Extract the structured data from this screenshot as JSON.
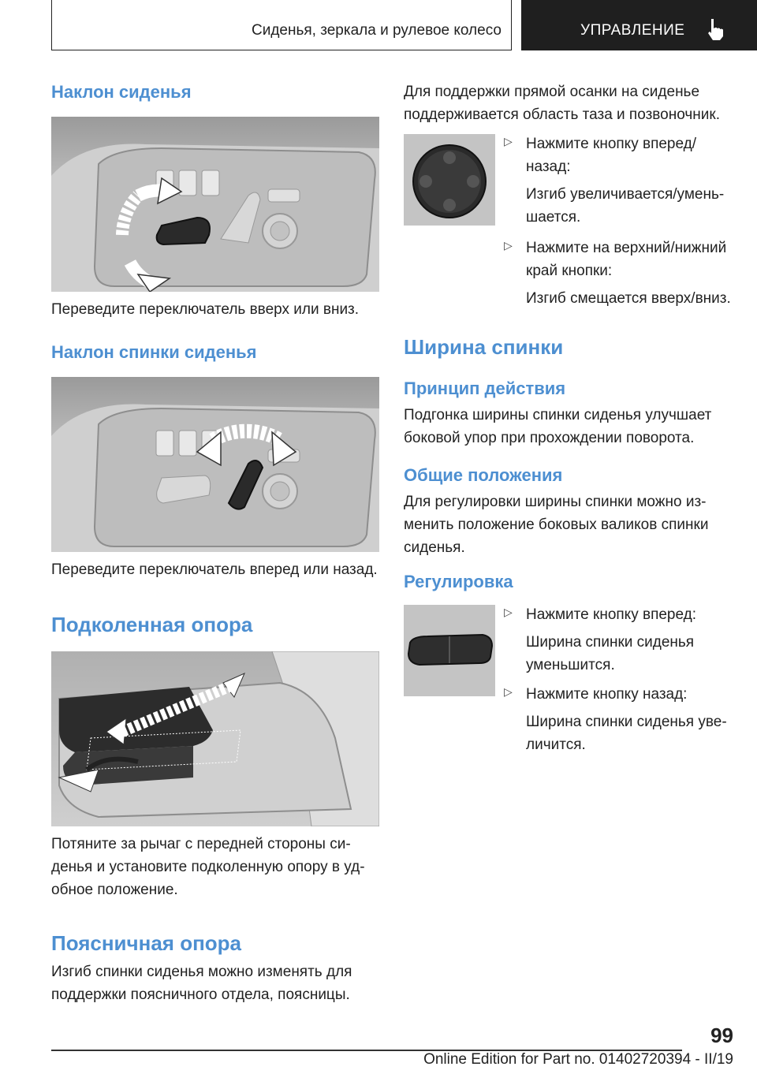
{
  "header": {
    "chapter": "Сиденья, зеркала и рулевое колесо",
    "section": "УПРАВЛЕНИЕ",
    "hand_icon": "pointing-hand-icon"
  },
  "left": {
    "s1_title": "Наклон сиденья",
    "s1_text": "Переведите переключатель вверх или вниз.",
    "s2_title": "Наклон спинки сиденья",
    "s2_text": "Переведите переключатель вперед или назад.",
    "s3_title": "Подколенная опора",
    "s3_text": "Потяните за рычаг с передней стороны си­денья и установите подколенную опору в уд­обное положение.",
    "s4_title": "Поясничная опора",
    "s4_text": "Изгиб спинки сиденья можно изменять для поддержки поясничного отдела, поясницы."
  },
  "right": {
    "intro": "Для поддержки прямой осанки на сиденье поддерживается область таза и позвоночник.",
    "lumbar_b1": "Нажмите кнопку вперед/назад:",
    "lumbar_b1_result": "Изгиб увеличивается/умень­шается.",
    "lumbar_b2": "Нажмите на верхний/нижний край кнопки:",
    "lumbar_b2_result": "Изгиб смещается вверх/вниз.",
    "width_title": "Ширина спинки",
    "principle_title": "Принцип действия",
    "principle_text": "Подгонка ширины спинки сиденья улучшает боковой упор при прохождении поворота.",
    "general_title": "Общие положения",
    "general_text": "Для регулировки ширины спинки можно из­менить положение боковых валиков спинки сиденья.",
    "adjust_title": "Регулировка",
    "width_b1": "Нажмите кнопку вперед:",
    "width_b1_result": "Ширина спинки сиденья уменьшится.",
    "width_b2": "Нажмите кнопку назад:",
    "width_b2_result": "Ширина спинки сиденья уве­личится.",
    "bullet_icon": "triangle-bullet-icon"
  },
  "footer": {
    "page": "99",
    "edition": "Online Edition for Part no. 01402720394 - II/19"
  }
}
